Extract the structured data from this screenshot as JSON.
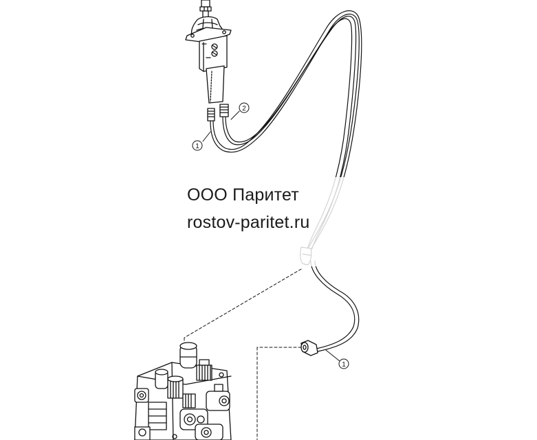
{
  "watermark": {
    "company": "ООО Паритет",
    "website": "rostov-paritet.ru"
  },
  "callouts": [
    {
      "id": "callout-1-top",
      "label": "1"
    },
    {
      "id": "callout-2-top",
      "label": "2"
    },
    {
      "id": "callout-1-bottom",
      "label": "1"
    }
  ],
  "colors": {
    "line": "#111111",
    "background": "#ffffff"
  }
}
